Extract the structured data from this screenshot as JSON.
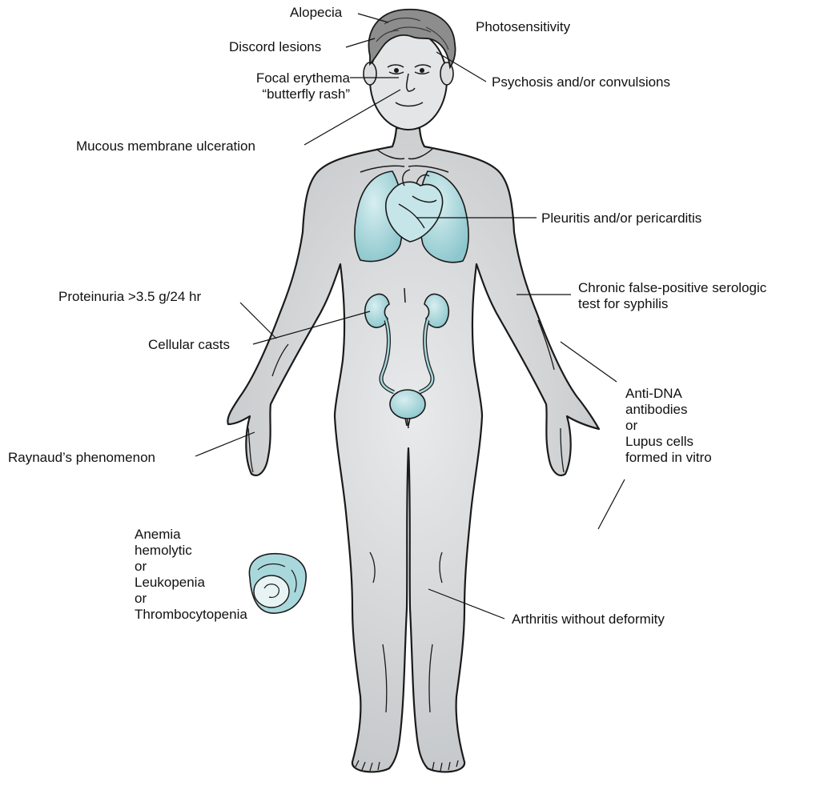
{
  "labels": {
    "alopecia": "Alopecia",
    "discoid": "Discord lesions",
    "photosensitivity": "Photosensitivity",
    "focal_line1": "Focal erythema",
    "focal_line2": "“butterfly rash”",
    "psychosis": "Psychosis and/or convulsions",
    "mucous": "Mucous membrane ulceration",
    "pleuritis": "Pleuritis and/or pericarditis",
    "proteinuria": "Proteinuria >3.5 g/24 hr",
    "chronic_line1": "Chronic false-positive serologic",
    "chronic_line2": "test for syphilis",
    "casts": "Cellular casts",
    "antidna_line1": "Anti-DNA",
    "antidna_line2": "antibodies",
    "antidna_line3": "or",
    "antidna_line4": "Lupus cells",
    "antidna_line5": "formed in vitro",
    "raynaud": "Raynaud’s phenomenon",
    "anemia_line1": "Anemia",
    "anemia_line2": "hemolytic",
    "anemia_line3": "or",
    "anemia_line4": "Leukopenia",
    "anemia_line5": "or",
    "anemia_line6": "Thrombocytopenia",
    "arthritis": "Arthritis without deformity"
  },
  "colors": {
    "skin": "#d9dbdc",
    "skin_shade": "#b9bcbe",
    "outline": "#1a1a1a",
    "organ": "#9fd3d8",
    "organ_dark": "#5aa4ab",
    "hair": "#8c8c8c"
  }
}
